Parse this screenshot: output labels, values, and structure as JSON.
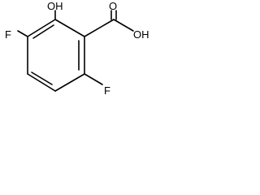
{
  "molecule": {
    "atom_labels": {
      "fluorine_left": "F",
      "hydroxyl": "OH",
      "carbonyl_oxygen": "O",
      "acid_hydroxyl": "OH",
      "fluorine_bottom": "F"
    }
  }
}
